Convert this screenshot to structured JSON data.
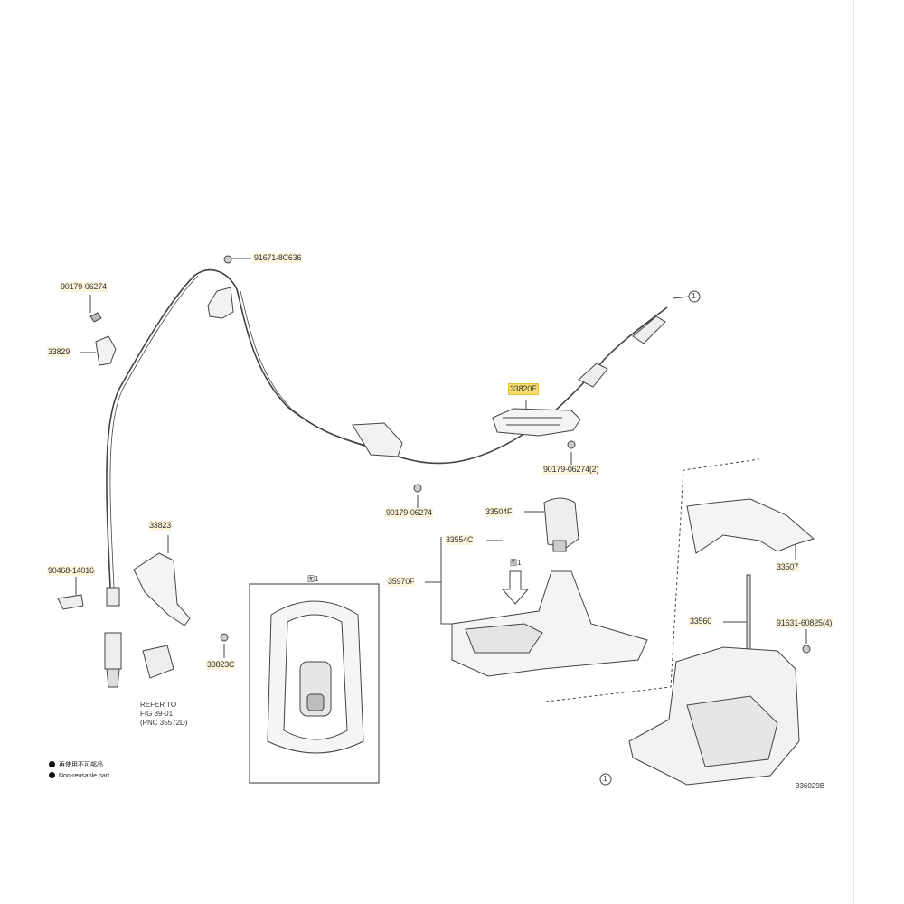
{
  "parts": {
    "p91671": "91671-8C636",
    "p90179a": "90179-06274",
    "p33829": "33829",
    "p33820E": "33820E",
    "p90179b": "90179-06274(2)",
    "p90179c": "90179-06274",
    "p33504F": "33504F",
    "p33554C": "33554C",
    "p35970F": "35970F",
    "p33823": "33823",
    "p90468": "90468-14016",
    "p33823C": "33823C",
    "p33507": "33507",
    "p33560": "33560",
    "p91631": "91631-60825(4)"
  },
  "detail_label": "图1",
  "arrow_label": "图1",
  "refer_to": [
    "REFER TO",
    "FIG 39-01",
    "(PNC 35572D)"
  ],
  "circle_mark": "1",
  "legend": {
    "cn": "再使用不可部品",
    "en": "Non-reusable part"
  },
  "figure_number": "336029B",
  "colors": {
    "label_bg": "#fdf4dc",
    "highlight_bg": "#f7dd6e",
    "line": "#444444"
  }
}
